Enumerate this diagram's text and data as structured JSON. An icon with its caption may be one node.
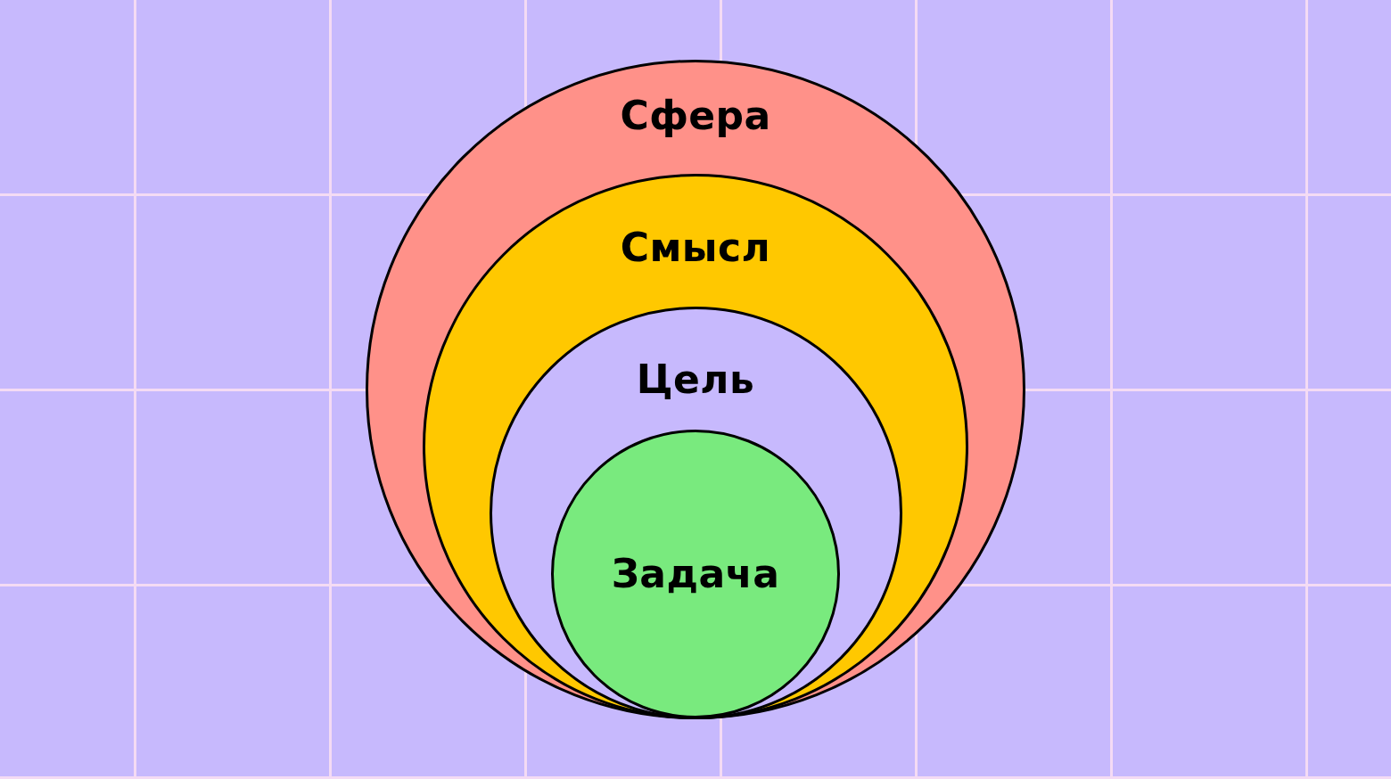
{
  "diagram": {
    "nodes": [
      {
        "text": [
          "Сфера"
        ]
      },
      {
        "text": [
          "Смысл"
        ],
        "in": 0
      },
      {
        "text": [
          "Цель"
        ],
        "in": 1
      },
      {
        "text": [
          "Задача"
        ],
        "in": 2
      }
    ]
  }
}
